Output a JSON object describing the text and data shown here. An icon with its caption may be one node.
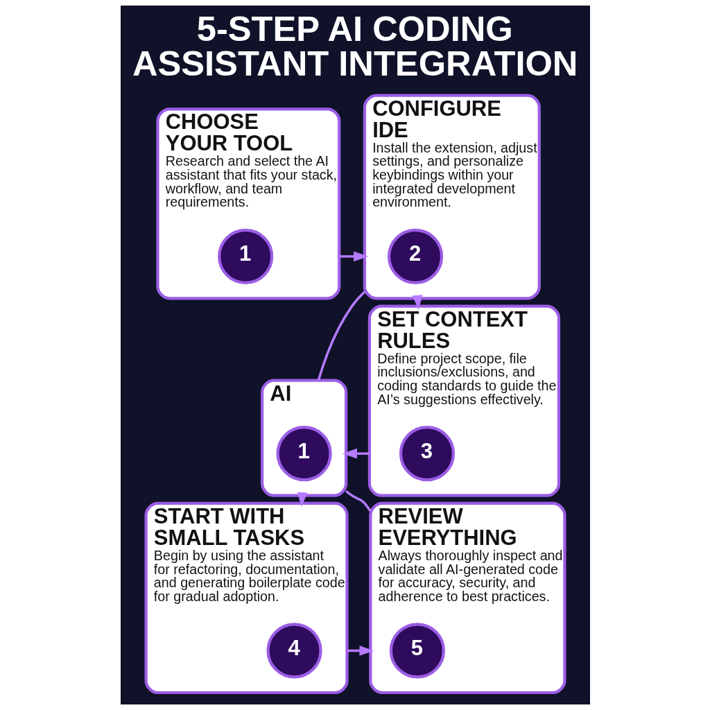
{
  "diagram": {
    "title": "5-STEP AI CODING ASSISTANT INTEGRATION",
    "nodes": [
      {
        "text": [
          "CHOOSE YOUR TOOL",
          "Research and select the AI assistant that fits your stack, workflow, and team requirements."
        ]
      },
      {
        "text": [
          "1"
        ],
        "in": 0
      },
      {
        "text": [
          "CONFIGURE IDE",
          "Install the extension, adjust settings, and personalize keybindings within your integrated development environment."
        ]
      },
      {
        "text": [
          "2"
        ],
        "in": 2
      },
      {
        "text": [
          "SET CONTEXT RULES",
          "Define project scope, file inclusions/exclusions, and coding standards to guide the AI’s suggestions effectively."
        ]
      },
      {
        "text": [
          "3"
        ],
        "in": 4
      },
      {
        "text": [
          "AI"
        ]
      },
      {
        "text": [
          "1"
        ],
        "in": 6
      },
      {
        "text": [
          "START WITH SMALL TASKS",
          "Begin by using the assistant for refactoring, documentation, and generating boilerplate code for gradual adoption."
        ]
      },
      {
        "text": [
          "4"
        ],
        "in": 8
      },
      {
        "text": [
          "REVIEW EVERYTHING",
          "Always thoroughly inspect and validate all AI-generated code for accuracy, security, and adherence to best practices."
        ]
      },
      {
        "text": [
          "5"
        ],
        "in": 10
      }
    ],
    "edges": [
      {
        "from": 0,
        "to": 2,
        "arrow": "to"
      },
      {
        "from": 2,
        "to": 4,
        "arrow": "to"
      },
      {
        "from": 2,
        "to": 6,
        "arrow": "none"
      },
      {
        "from": 4,
        "to": 6,
        "arrow": "to"
      },
      {
        "from": 6,
        "to": 8,
        "arrow": "to"
      },
      {
        "from": 6,
        "to": 10,
        "arrow": "none"
      },
      {
        "from": 8,
        "to": 10,
        "arrow": "to"
      }
    ]
  }
}
